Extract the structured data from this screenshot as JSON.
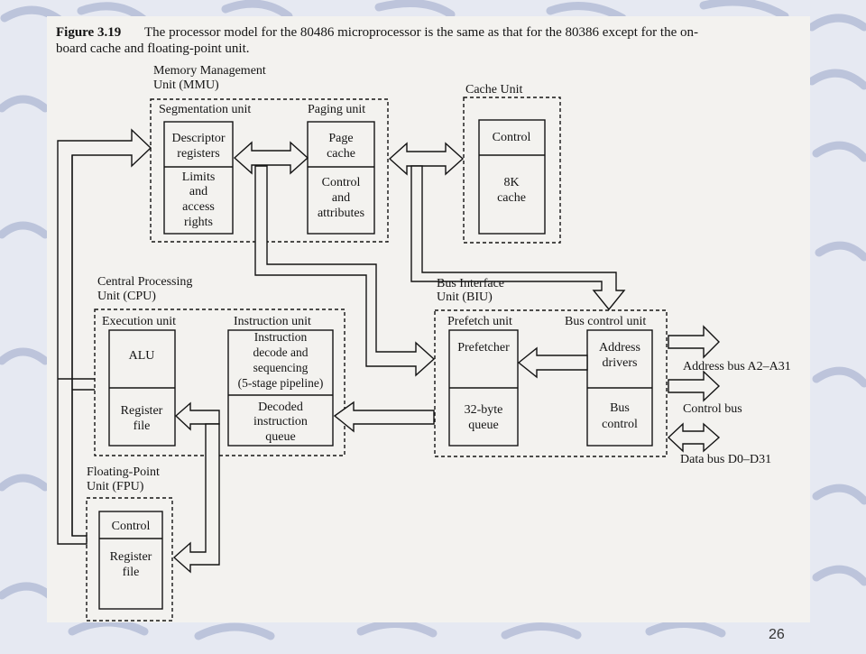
{
  "caption": {
    "figure_label": "Figure 3.19",
    "line1": "The processor model for the 80486 microprocessor is the same as that for the 80386 except for the on-",
    "line2": "board cache and floating-point unit."
  },
  "mmu": {
    "label1": "Memory Management",
    "label2": "Unit (MMU)",
    "segmentation_label": "Segmentation unit",
    "paging_label": "Paging unit",
    "descriptor": [
      "Descriptor",
      "registers"
    ],
    "limits": [
      "Limits",
      "and",
      "access",
      "rights"
    ],
    "page_cache": [
      "Page",
      "cache"
    ],
    "control_attr": [
      "Control",
      "and",
      "attributes"
    ]
  },
  "cache": {
    "label": "Cache Unit",
    "control": "Control",
    "size": [
      "8K",
      "cache"
    ]
  },
  "cpu": {
    "label1": "Central Processing",
    "label2": "Unit (CPU)",
    "execution_label": "Execution unit",
    "instruction_label": "Instruction unit",
    "alu": "ALU",
    "register_file": [
      "Register",
      "file"
    ],
    "decode": [
      "Instruction",
      "decode and",
      "sequencing",
      "(5-stage pipeline)"
    ],
    "decoded_queue": [
      "Decoded",
      "instruction",
      "queue"
    ]
  },
  "biu": {
    "label1": "Bus Interface",
    "label2": "Unit (BIU)",
    "prefetch_label": "Prefetch unit",
    "bus_control_label": "Bus control unit",
    "prefetcher": "Prefetcher",
    "queue": [
      "32-byte",
      "queue"
    ],
    "address_drivers": [
      "Address",
      "drivers"
    ],
    "bus_control": [
      "Bus",
      "control"
    ]
  },
  "fpu": {
    "label1": "Floating-Point",
    "label2": "Unit (FPU)",
    "control": "Control",
    "register_file": [
      "Register",
      "file"
    ]
  },
  "buses": {
    "address": "Address bus A2–A31",
    "control": "Control bus",
    "data": "Data bus D0–D31"
  },
  "page_number": "26",
  "colors": {
    "background": "#e6e9f2",
    "figure_paper": "#f3f2ef",
    "ink": "#141414",
    "swirl": "#9aa6c9"
  }
}
